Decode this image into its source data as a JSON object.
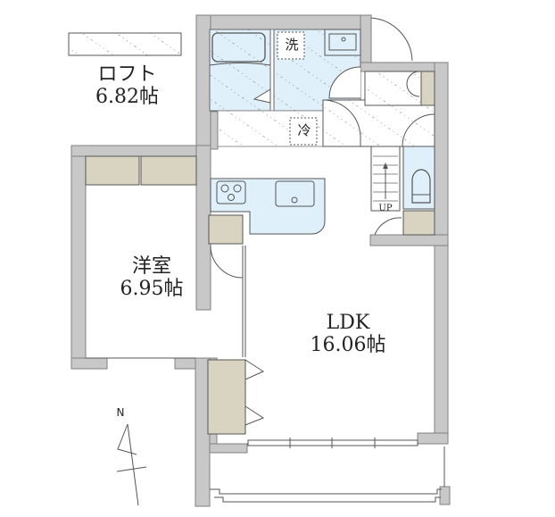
{
  "floorplan": {
    "rooms": [
      {
        "id": "loft",
        "name": "ロフト",
        "size": "6.82帖"
      },
      {
        "id": "western",
        "name": "洋室",
        "size": "6.95帖"
      },
      {
        "id": "ldk",
        "name": "LDK",
        "size": "16.06帖"
      }
    ],
    "markers": {
      "washer": "洗",
      "fridge": "冷",
      "stairs_up": "UP",
      "north": "N"
    },
    "colors": {
      "wall": "#c8c8c8",
      "wall_line": "#808080",
      "wet_area": "#dff0fa",
      "storage": "#d9d3c1",
      "hatch": "#777777"
    }
  }
}
